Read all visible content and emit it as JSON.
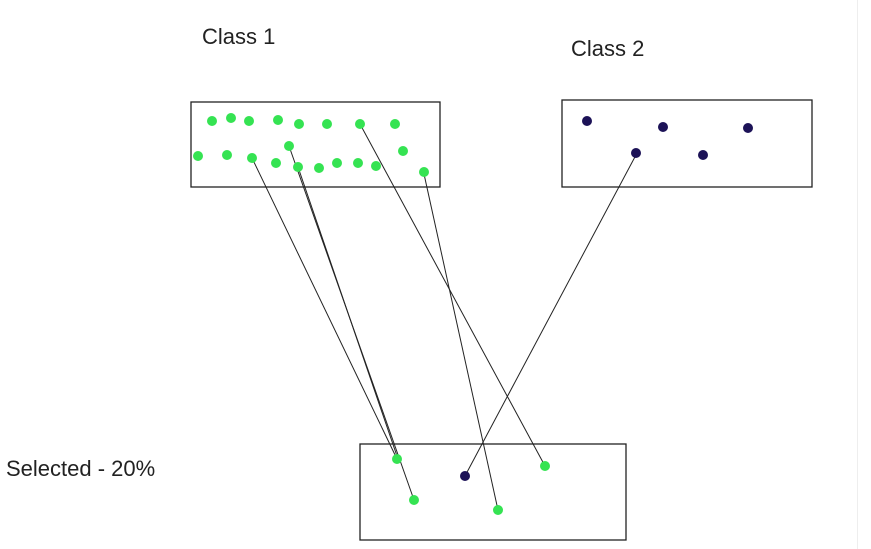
{
  "labels": {
    "class1": "Class 1",
    "class2": "Class 2",
    "selected": "Selected - 20%"
  },
  "colors": {
    "class1_point": "#35e352",
    "class2_point": "#1c1257",
    "box_border": "#222222",
    "connector": "#222222"
  }
}
